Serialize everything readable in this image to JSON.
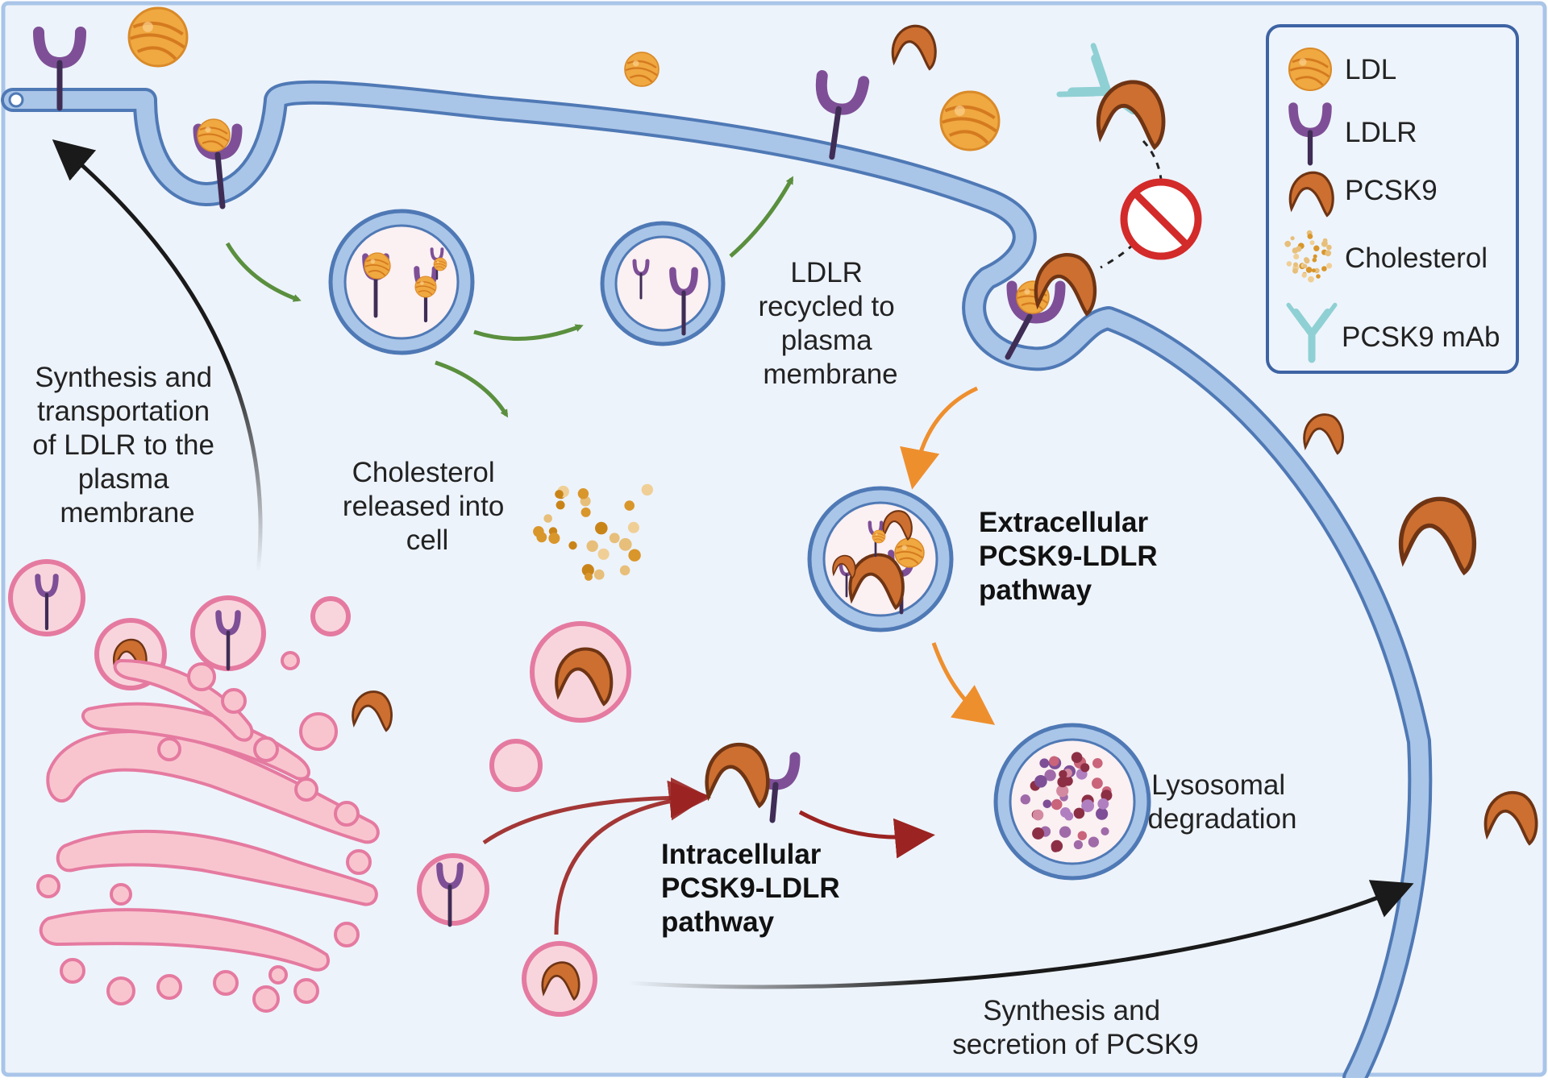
{
  "labels": {
    "synthesis_ldlr": [
      "Synthesis and",
      "transportation",
      "of LDLR to the",
      "plasma",
      "membrane"
    ],
    "cholesterol_released": [
      "Cholesterol",
      "released into",
      "cell"
    ],
    "ldlr_recycled": [
      "LDLR",
      "recycled to",
      "plasma",
      "membrane"
    ],
    "extracellular_pathway": [
      "Extracellular",
      "PCSK9-LDLR",
      "pathway"
    ],
    "intracellular_pathway": [
      "Intracellular",
      "PCSK9-LDLR",
      "pathway"
    ],
    "lysosomal": [
      "Lysosomal",
      "degradation"
    ],
    "synthesis_pcsk9": [
      "Synthesis and",
      "secretion of PCSK9"
    ]
  },
  "legend": {
    "items": [
      {
        "icon": "ldl-icon",
        "label": "LDL"
      },
      {
        "icon": "ldlr-icon",
        "label": "LDLR"
      },
      {
        "icon": "pcsk9-icon",
        "label": "PCSK9"
      },
      {
        "icon": "cholesterol-icon",
        "label": "Cholesterol"
      },
      {
        "icon": "antibody-icon",
        "label": "PCSK9 mAb"
      }
    ]
  },
  "colors": {
    "background": "#edf3fb",
    "membrane": "#a9c5e8",
    "membrane_edge": "#4f79b5",
    "ldl": "#f0a841",
    "ldlr": "#7e4f96",
    "pcsk9": "#cc6f30",
    "antibody": "#8fd0d4",
    "vesicle_pink": "#e57aa0",
    "golgi": "#f8c5cf",
    "arrow_green": "#5a8f3e",
    "arrow_orange": "#ee8f2e",
    "arrow_red": "#9b2321",
    "arrow_black": "#1a1a1a",
    "inhibit_red": "#d32a2a"
  }
}
